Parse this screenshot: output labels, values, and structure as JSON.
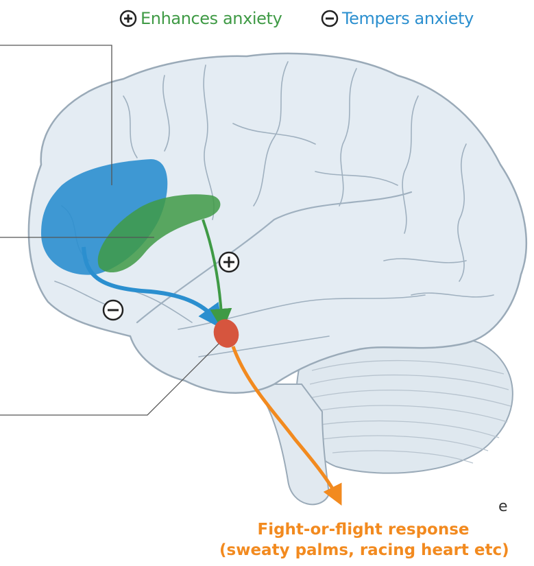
{
  "legend": {
    "plus_label": "Enhances anxiety",
    "minus_label": "Tempers anxiety"
  },
  "colors": {
    "enhance": "#3f9a45",
    "temper": "#2b8fcf",
    "response": "#f28a1f",
    "amygdala": "#d6553e",
    "brain_fill": "#e4ecf3",
    "brain_outline": "#9aaab8"
  },
  "response": {
    "line1": "Fight-or-flight response",
    "line2": "(sweaty palms, racing heart etc)"
  },
  "cut_text": "e"
}
